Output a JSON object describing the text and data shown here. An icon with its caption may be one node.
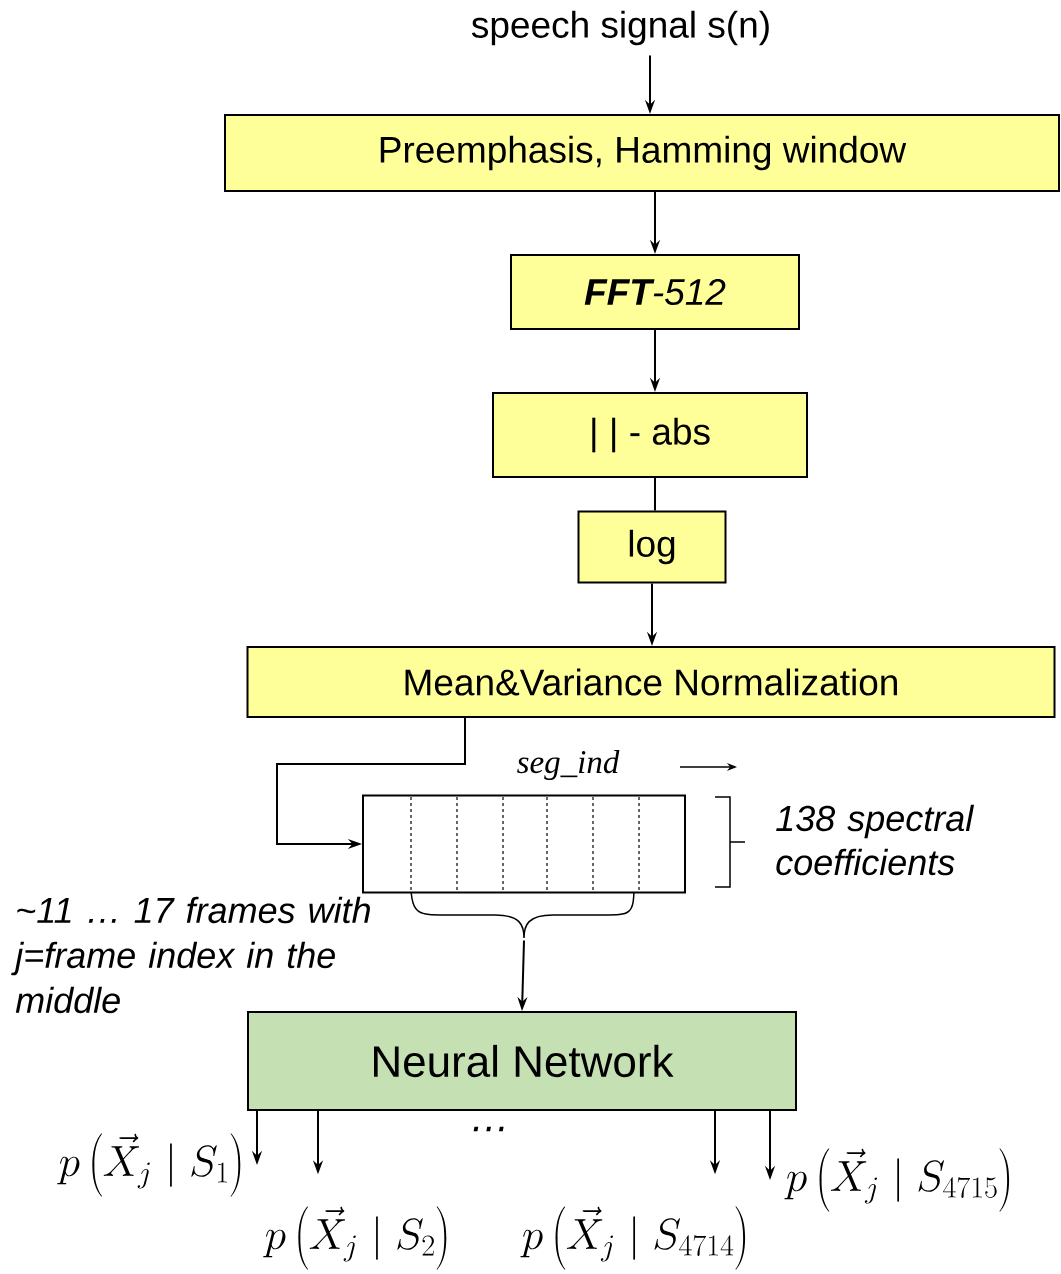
{
  "diagram": {
    "nodes": [
      {
        "text": [
          "speech signal s(n)"
        ]
      },
      {
        "text": [
          "Preemphasis, Hamming window"
        ]
      },
      {
        "text": [
          "**FFT**-512"
        ]
      },
      {
        "text": [
          "| |  - abs"
        ]
      },
      {
        "text": [
          "log"
        ]
      },
      {
        "text": [
          "Mean&Variance Normalization"
        ]
      },
      {
        "text": [],
        "shape": "box"
      },
      {
        "text": [
          "Neural Network"
        ],
        "beside": [
          "…"
        ]
      },
      {
        "text": [
          "p\\left(\\vec{X}_{j} \\mid S_{1}\\right)"
        ]
      },
      {
        "text": [
          "p\\left(\\vec{X}_{j} \\mid S_{2}\\right)"
        ]
      },
      {
        "text": [
          "p\\left(\\vec{X}_{j} \\mid S_{4714}\\right)"
        ]
      },
      {
        "text": [
          "p\\left(\\vec{X}_{j} \\mid S_{4715}\\right)"
        ]
      }
    ],
    "edges": [
      {
        "from": 0,
        "to": 1,
        "arrow": "to"
      },
      {
        "from": 1,
        "to": 2,
        "arrow": "to"
      },
      {
        "from": 2,
        "to": 3,
        "arrow": "to"
      },
      {
        "from": 3,
        "to": 4,
        "arrow": "none"
      },
      {
        "from": 4,
        "to": 5,
        "arrow": "to"
      },
      {
        "from": 5,
        "to": 6,
        "arrow": "to"
      },
      {
        "from": 6,
        "to": 7,
        "arrow": "to"
      },
      {
        "from": 7,
        "to": 8,
        "arrow": "to"
      },
      {
        "from": 7,
        "to": 9,
        "arrow": "to"
      },
      {
        "from": 7,
        "to": 10,
        "arrow": "to"
      },
      {
        "from": 7,
        "to": 11,
        "arrow": "to"
      }
    ],
    "labels": [
      "seg_ind",
      "138 spectral coefficients",
      "~11 … 17 frames with j=frame index in the middle"
    ]
  }
}
